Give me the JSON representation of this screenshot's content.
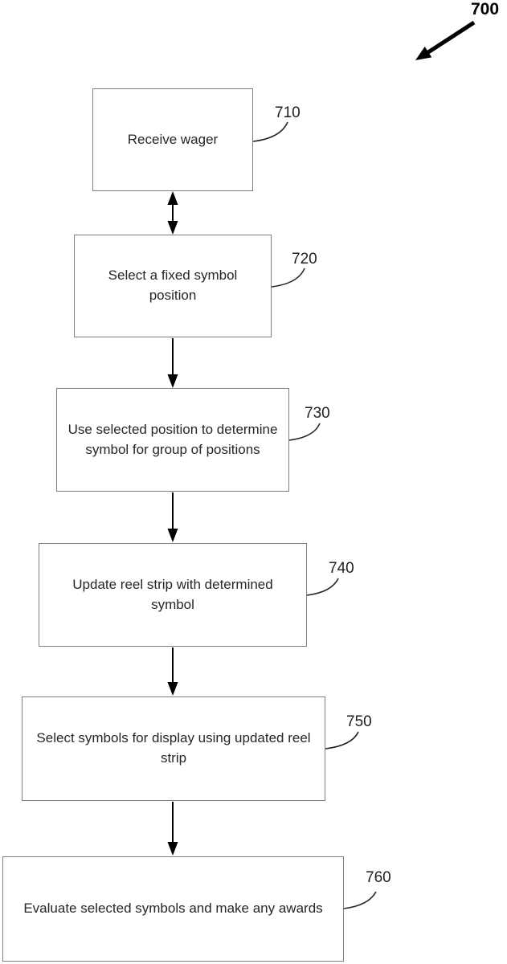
{
  "figure": {
    "ref_label": "700",
    "type": "flowchart"
  },
  "steps": [
    {
      "ref": "710",
      "text": "Receive wager"
    },
    {
      "ref": "720",
      "text": "Select a fixed symbol position"
    },
    {
      "ref": "730",
      "text": "Use selected position to determine symbol for group of positions"
    },
    {
      "ref": "740",
      "text": "Update reel strip with determined symbol"
    },
    {
      "ref": "750",
      "text": "Select symbols for display using updated reel strip"
    },
    {
      "ref": "760",
      "text": "Evaluate selected symbols and make any awards"
    }
  ],
  "connectors": [
    {
      "from": "710",
      "to": "720",
      "style": "double-headed-vertical"
    },
    {
      "from": "720",
      "to": "730",
      "style": "single-headed-down"
    },
    {
      "from": "730",
      "to": "740",
      "style": "single-headed-down"
    },
    {
      "from": "740",
      "to": "750",
      "style": "single-headed-down"
    },
    {
      "from": "750",
      "to": "760",
      "style": "single-headed-down"
    }
  ],
  "colors": {
    "background": "#ffffff",
    "box_border": "#7f7f7f",
    "text": "#262626",
    "arrow": "#000000",
    "ref_text": "#1f1f1f"
  }
}
